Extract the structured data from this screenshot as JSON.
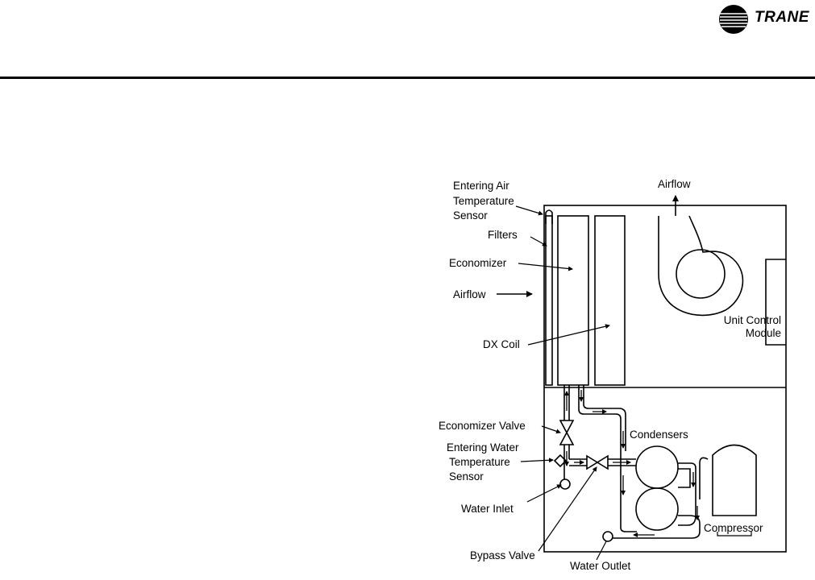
{
  "header": {
    "brand_name": "TRANE",
    "logo_icon": "trane-globe-logo-icon"
  },
  "diagram": {
    "labels": {
      "entering_air_temp_sensor": [
        "Entering Air",
        "Temperature",
        "Sensor"
      ],
      "filters": "Filters",
      "economizer": "Economizer",
      "airflow_in": "Airflow",
      "airflow_out": "Airflow",
      "dx_coil": "DX Coil",
      "unit_control_module": [
        "Unit Control",
        "Module"
      ],
      "economizer_valve": "Economizer Valve",
      "entering_water_temp_sensor": [
        "Entering Water",
        "Temperature",
        "Sensor"
      ],
      "condensers": "Condensers",
      "water_inlet": "Water Inlet",
      "compressor": "Compressor",
      "bypass_valve": "Bypass Valve",
      "water_outlet": "Water Outlet"
    }
  }
}
